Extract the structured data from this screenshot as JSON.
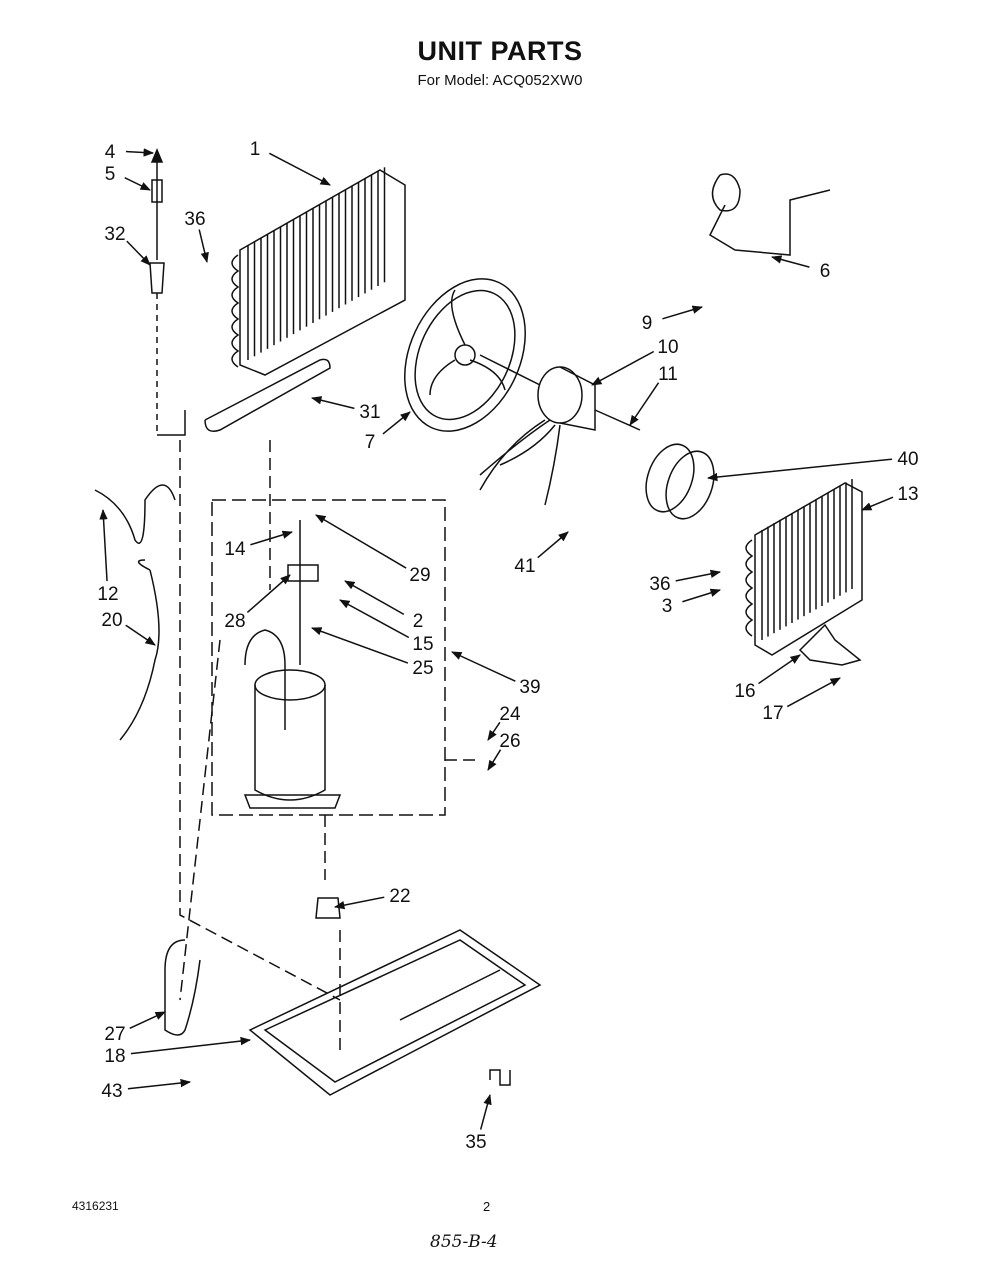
{
  "header": {
    "title": "UNIT PARTS",
    "subtitle": "For Model: ACQ052XW0"
  },
  "callouts": [
    "4",
    "5",
    "32",
    "36",
    "1",
    "6",
    "9",
    "10",
    "11",
    "31",
    "7",
    "40",
    "13",
    "12",
    "20",
    "14",
    "29",
    "41",
    "28",
    "2",
    "15",
    "25",
    "36",
    "3",
    "39",
    "16",
    "17",
    "24",
    "26",
    "22",
    "27",
    "18",
    "43",
    "35"
  ],
  "footer": {
    "doc_number": "4316231",
    "page_number": "2",
    "handwritten_note": "855-B-4"
  }
}
